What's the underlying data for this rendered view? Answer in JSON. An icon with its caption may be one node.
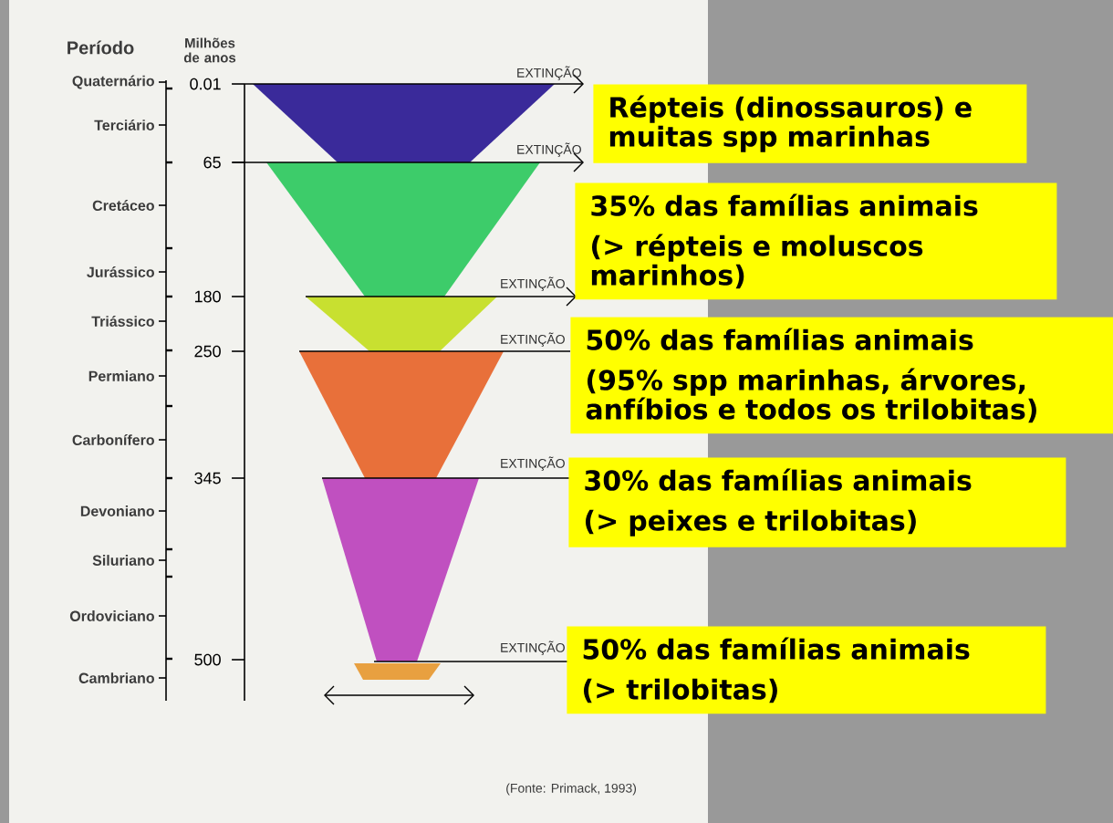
{
  "diagram": {
    "caption": "(Fonte: Primack, 1993)",
    "nodes": [
      {
        "text": [
          "Répteis (dinossauros) e muitas spp marinhas"
        ]
      },
      {
        "text": [
          "35% das famílias animais",
          "(> répteis e moluscos marinhos)"
        ]
      },
      {
        "text": [
          "50% das famílias animais",
          "(95% spp marinhas, árvores, anfíbios e todos os trilobitas)"
        ]
      },
      {
        "text": [
          "30% das famílias animais",
          "(> peixes e trilobitas)"
        ]
      },
      {
        "text": [
          "50% das famílias animais",
          "(> trilobitas)"
        ]
      }
    ],
    "labels": [
      "Período",
      "Milhões de anos",
      "Quaternário",
      "0.01",
      "EXTINÇÃO",
      "Terciário",
      "65",
      "EXTINÇÃO",
      "Cretáceo",
      "Jurássico",
      "180",
      "EXTINÇÃO",
      "Triássico",
      "250",
      "EXTINÇÃO",
      "Permiano",
      "Carbonífero",
      "345",
      "EXTINÇÃO",
      "Devoniano",
      "Siluriano",
      "Ordoviciano",
      "500",
      "EXTINÇÃO",
      "Cambriano"
    ]
  }
}
